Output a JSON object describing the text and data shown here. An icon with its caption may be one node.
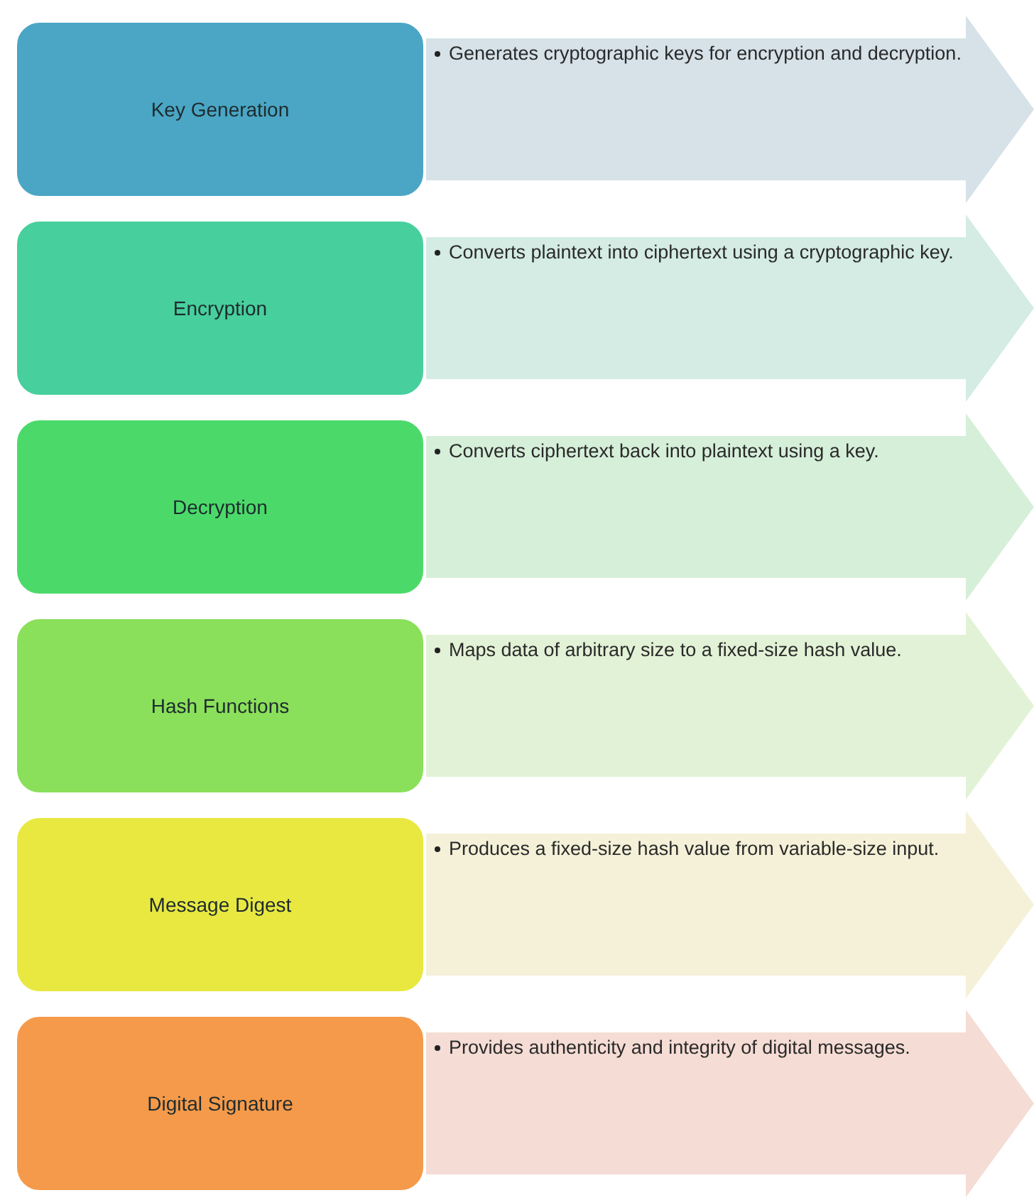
{
  "diagram": {
    "nodes": [
      {
        "text": [
          "Key Generation"
        ]
      },
      {
        "text": [
          "Generates cryptographic keys for encryption and decryption."
        ]
      },
      {
        "text": [
          "Encryption"
        ]
      },
      {
        "text": [
          "Converts plaintext into ciphertext using a cryptographic key."
        ]
      },
      {
        "text": [
          "Decryption"
        ]
      },
      {
        "text": [
          "Converts ciphertext back into plaintext using a key."
        ]
      },
      {
        "text": [
          "Hash Functions"
        ]
      },
      {
        "text": [
          "Maps data of arbitrary size to a fixed-size hash value."
        ]
      },
      {
        "text": [
          "Message Digest"
        ]
      },
      {
        "text": [
          "Produces a fixed-size hash value from variable-size input."
        ]
      },
      {
        "text": [
          "Digital Signature"
        ]
      },
      {
        "text": [
          "Provides authenticity and integrity of digital messages."
        ]
      }
    ]
  }
}
